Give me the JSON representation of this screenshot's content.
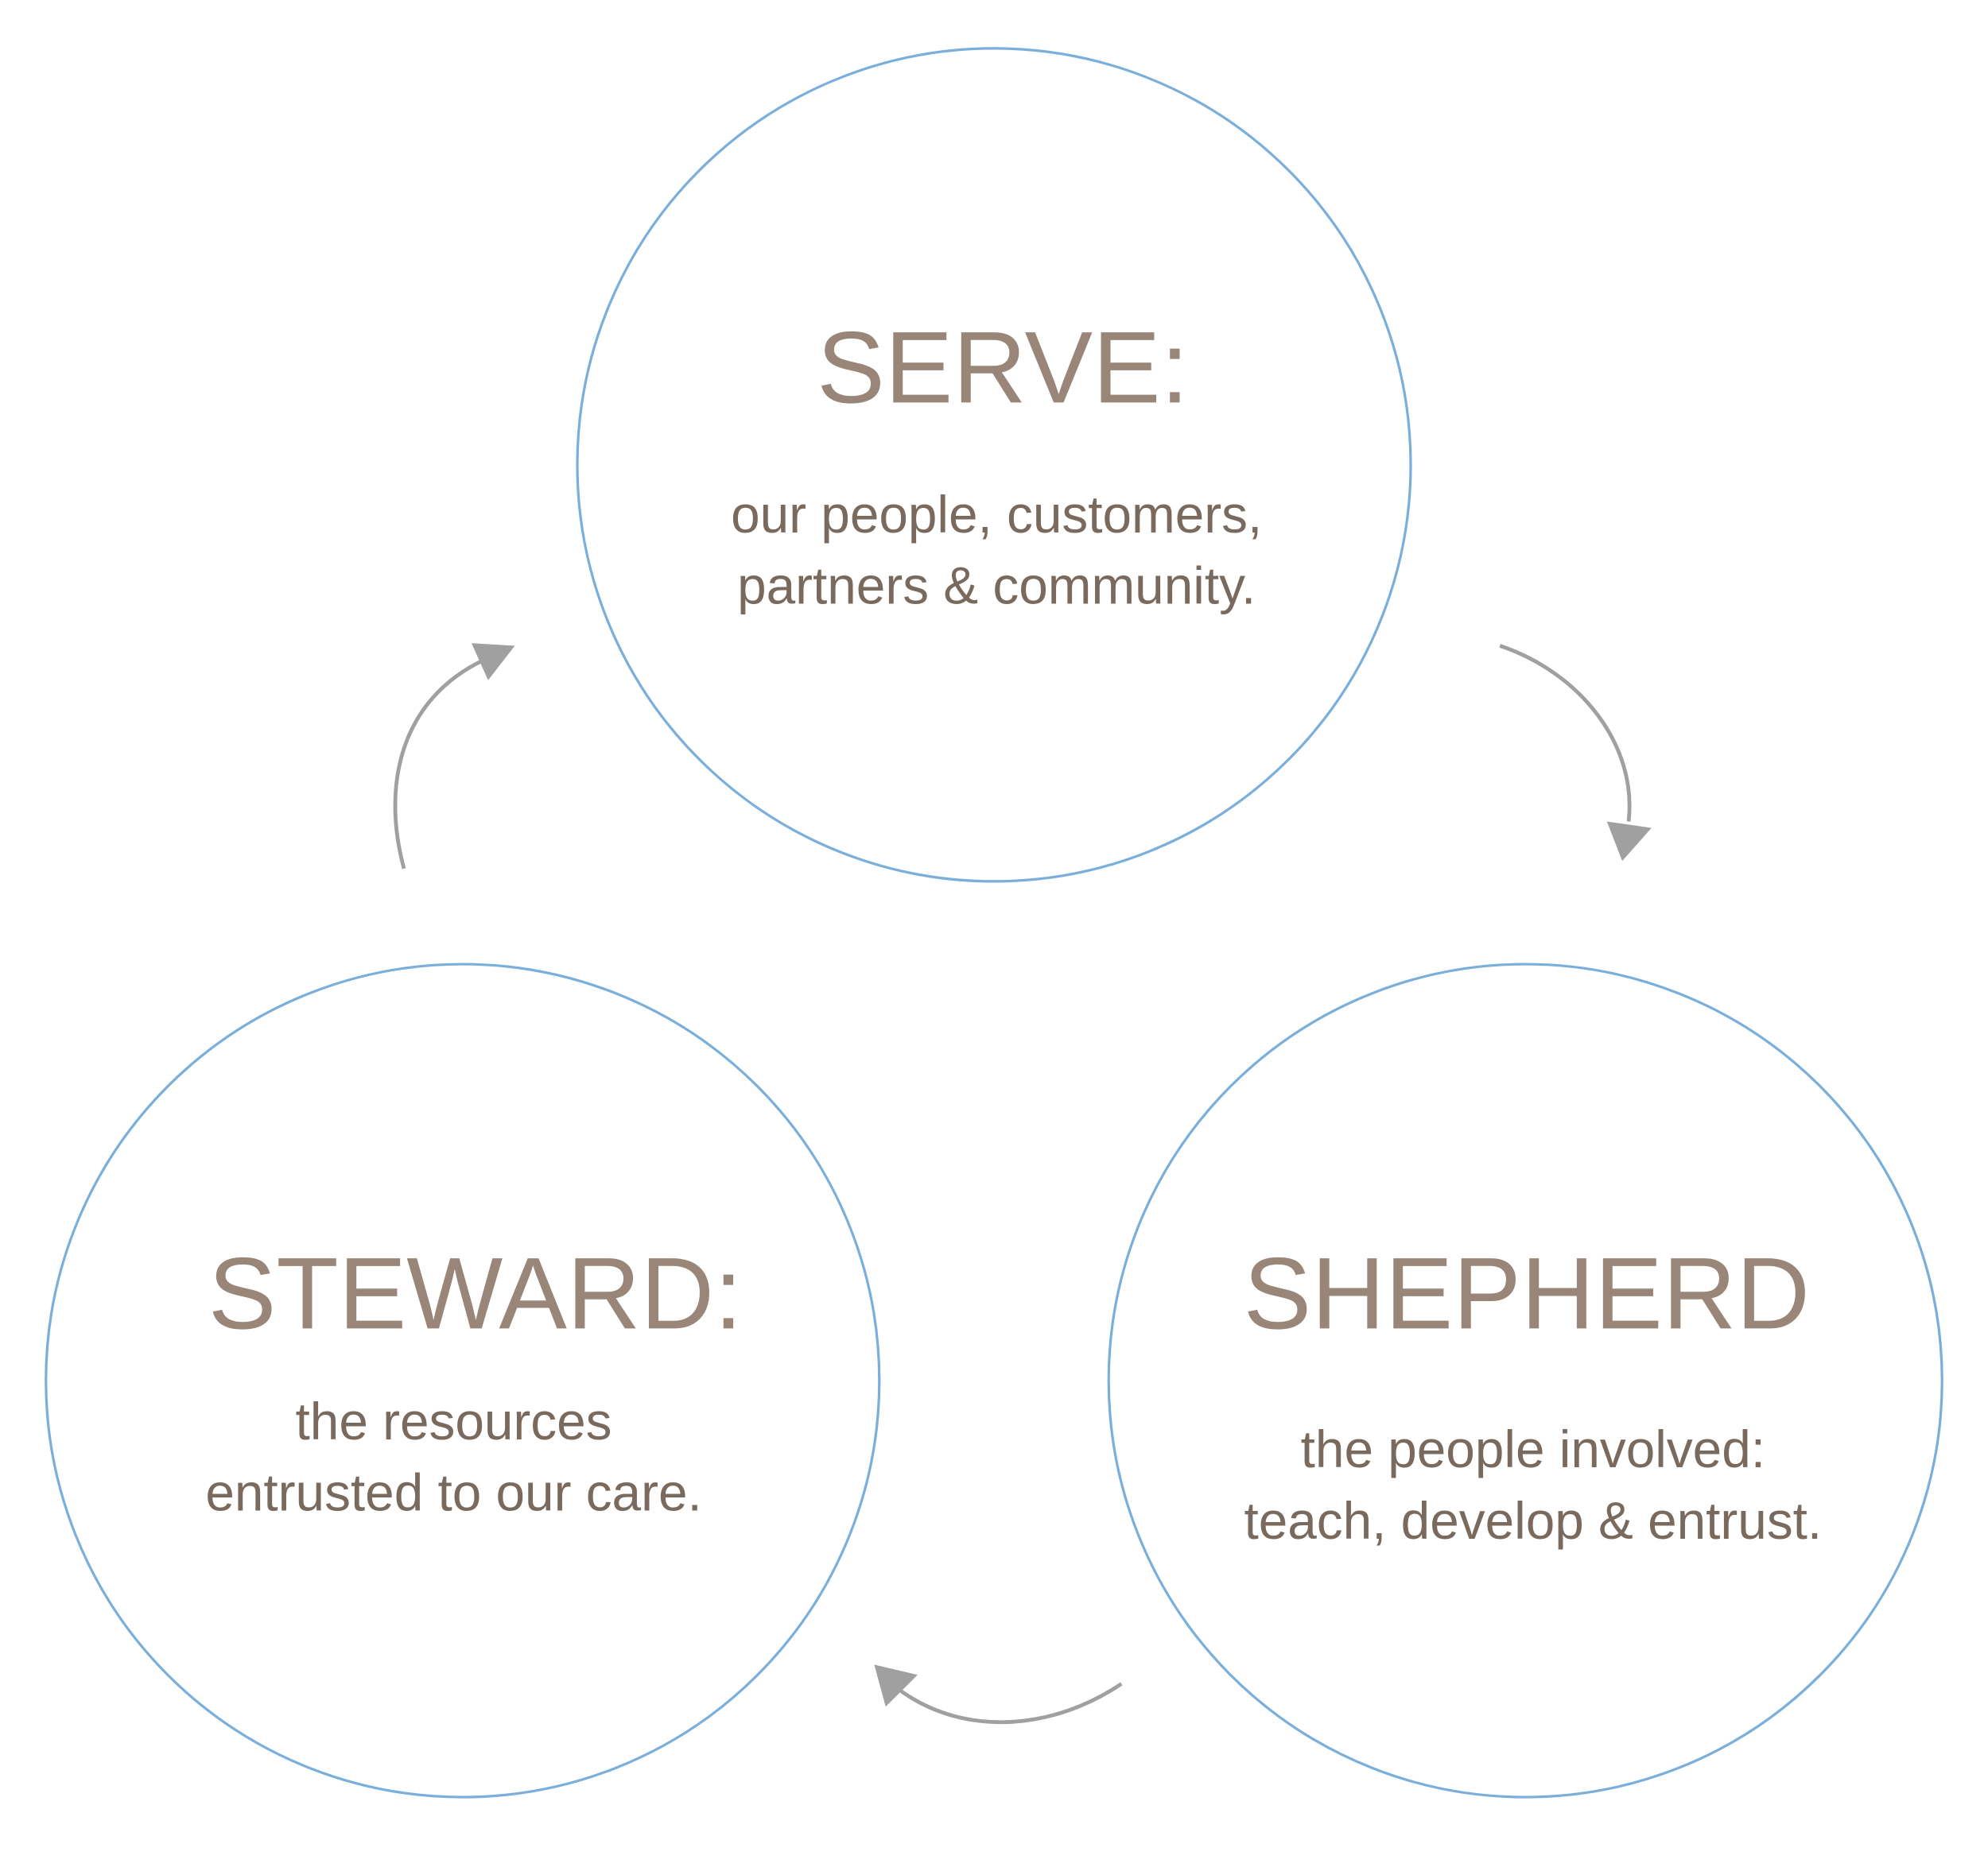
{
  "colors": {
    "circle": "#7aaedb",
    "heading": "#9a8678",
    "body": "#7a6a5e",
    "arrow": "#a0a0a0"
  },
  "nodes": [
    {
      "title": "SERVE:",
      "lines": [
        "our people, customers,",
        "partners & community."
      ]
    },
    {
      "title": "SHEPHERD",
      "lines": [
        "the people involved:",
        "teach, develop & entrust."
      ]
    },
    {
      "title": "STEWARD:",
      "lines": [
        "the resources",
        "entrusted to our care."
      ]
    }
  ]
}
